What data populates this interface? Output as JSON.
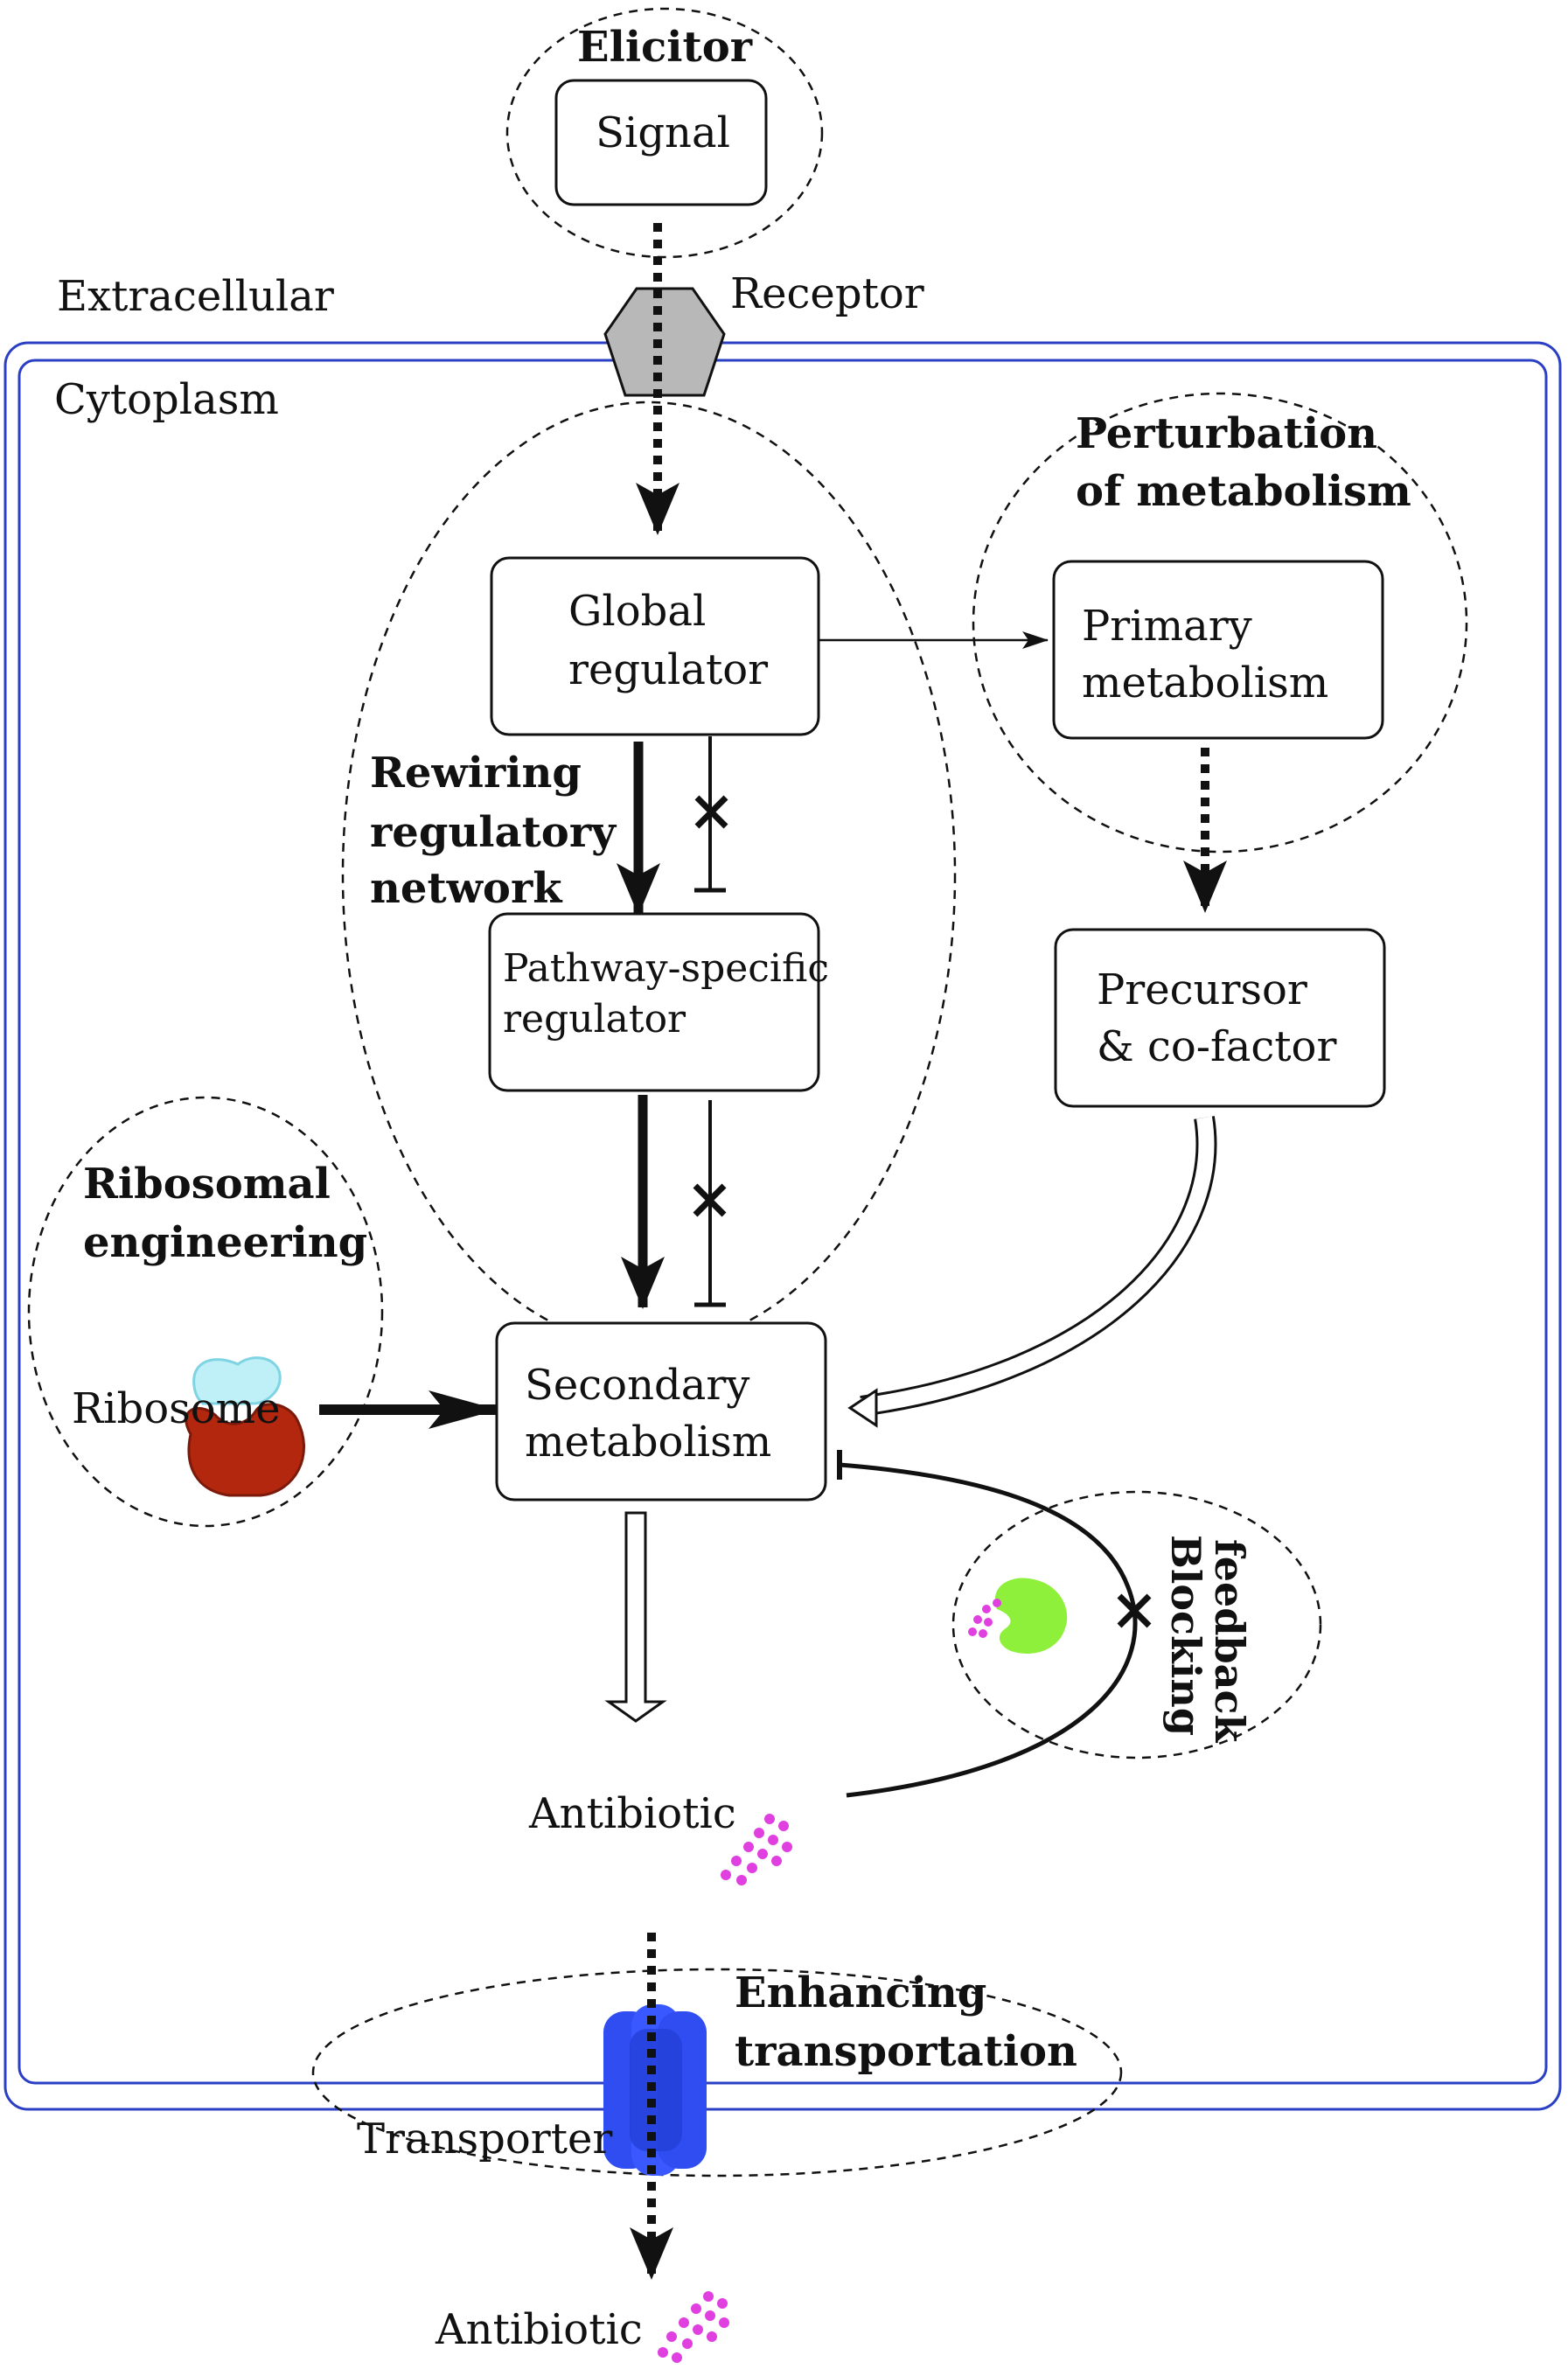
{
  "labels": {
    "elicitor": "Elicitor",
    "signal": "Signal",
    "extracellular": "Extracellular",
    "receptor": "Receptor",
    "cytoplasm": "Cytoplasm",
    "perturbation_line1": "Perturbation",
    "perturbation_line2": "of metabolism",
    "global_regulator_line1": "Global",
    "global_regulator_line2": "regulator",
    "primary_metabolism_line1": "Primary",
    "primary_metabolism_line2": "metabolism",
    "rewiring_line1": "Rewiring",
    "rewiring_line2": "regulatory",
    "rewiring_line3": "network",
    "pathway_regulator_line1": "Pathway-specific",
    "pathway_regulator_line2": "regulator",
    "precursor_line1": "Precursor",
    "precursor_line2": "& co-factor",
    "ribosomal_line1": "Ribosomal",
    "ribosomal_line2": "engineering",
    "ribosome": "Ribosome",
    "secondary_metabolism_line1": "Secondary",
    "secondary_metabolism_line2": "metabolism",
    "blocking_line1": "Blocking",
    "blocking_line2": "feedback",
    "antibiotic_inside": "Antibiotic",
    "enhancing_line1": "Enhancing",
    "enhancing_line2": "transportation",
    "transporter": "Transporter",
    "antibiotic_outside": "Antibiotic"
  },
  "colors": {
    "membrane": "#2a3fc4",
    "receptor": "#b8b8b8",
    "ribosome_large": "#b3270f",
    "ribosome_small": "#bfeff7",
    "enzyme": "#8ef03a",
    "molecule_dots": "#e040e0",
    "transporter": "#2f4df0",
    "ink": "#111111"
  },
  "icons": {
    "receptor": "receptor-protein-icon",
    "ribosome": "ribosome-icon",
    "enzyme": "feedback-enzyme-icon",
    "transporter": "transporter-protein-icon",
    "antibiotic": "molecule-dots-icon"
  }
}
